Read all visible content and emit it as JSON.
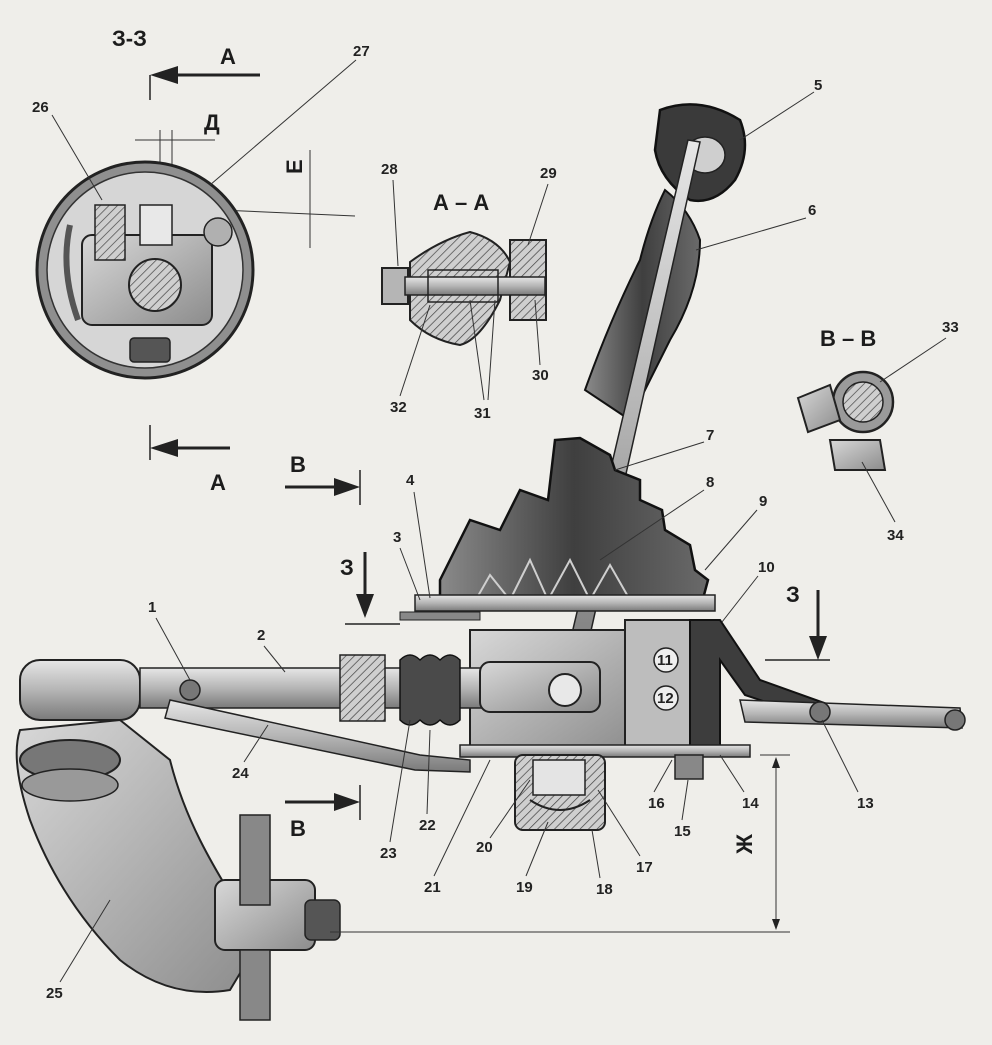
{
  "section_titles": {
    "z_z": "З-З",
    "a_a": "А – А",
    "v_v": "В – В"
  },
  "view_letters": {
    "a_top": "А",
    "a_bottom": "А",
    "v_top": "В",
    "v_bottom": "В",
    "z_left": "З",
    "z_right": "З",
    "d": "Д",
    "e": "Е",
    "zh": "Ж"
  },
  "callouts": {
    "c1": "1",
    "c2": "2",
    "c3": "3",
    "c4": "4",
    "c5": "5",
    "c6": "6",
    "c7": "7",
    "c8": "8",
    "c9": "9",
    "c10": "10",
    "c11": "11",
    "c12": "12",
    "c13": "13",
    "c14": "14",
    "c15": "15",
    "c16": "16",
    "c17": "17",
    "c18": "18",
    "c19": "19",
    "c20": "20",
    "c21": "21",
    "c22": "22",
    "c23": "23",
    "c24": "24",
    "c25": "25",
    "c26": "26",
    "c27": "27",
    "c28": "28",
    "c29": "29",
    "c30": "30",
    "c31": "31",
    "c32": "32",
    "c33": "33",
    "c34": "34"
  },
  "colors": {
    "paper": "#efeeea",
    "ink": "#222222",
    "dark_rubber": "#4a4a4a",
    "metal_mid": "#9a9a9a",
    "metal_light": "#cfcfcf"
  }
}
